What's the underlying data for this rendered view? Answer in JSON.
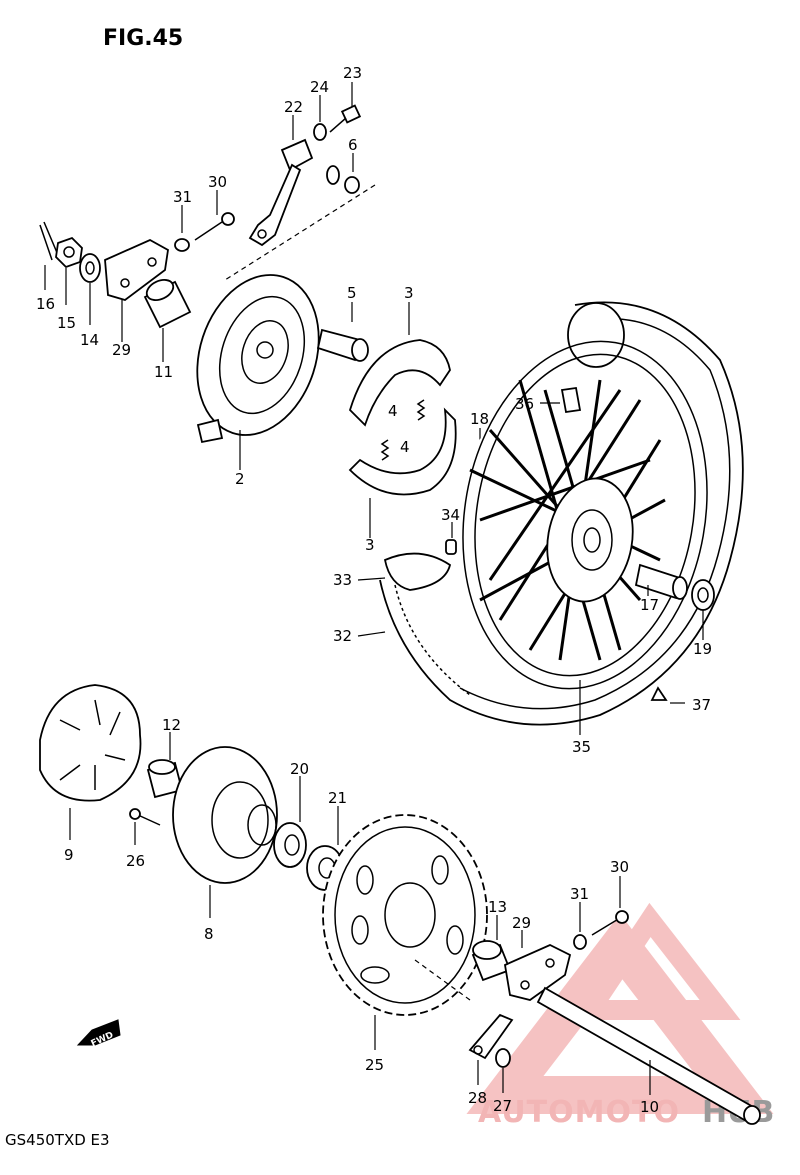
{
  "figure": {
    "title": "FIG.45",
    "model_code": "GS450TXD E3"
  },
  "fwd_arrow": {
    "label": "FWD"
  },
  "watermark": {
    "brand_part1": "AUTOMOTO",
    "brand_part2": "HUB"
  },
  "callouts": [
    "23",
    "24",
    "22",
    "6",
    "30",
    "31",
    "16",
    "15",
    "14",
    "29",
    "11",
    "5",
    "3",
    "2",
    "4",
    "18",
    "36",
    "34",
    "33",
    "32",
    "17",
    "19",
    "35",
    "37",
    "12",
    "20",
    "21",
    "9",
    "26",
    "8",
    "25",
    "13",
    "30",
    "31",
    "29",
    "28",
    "27",
    "10",
    "4",
    "3"
  ]
}
